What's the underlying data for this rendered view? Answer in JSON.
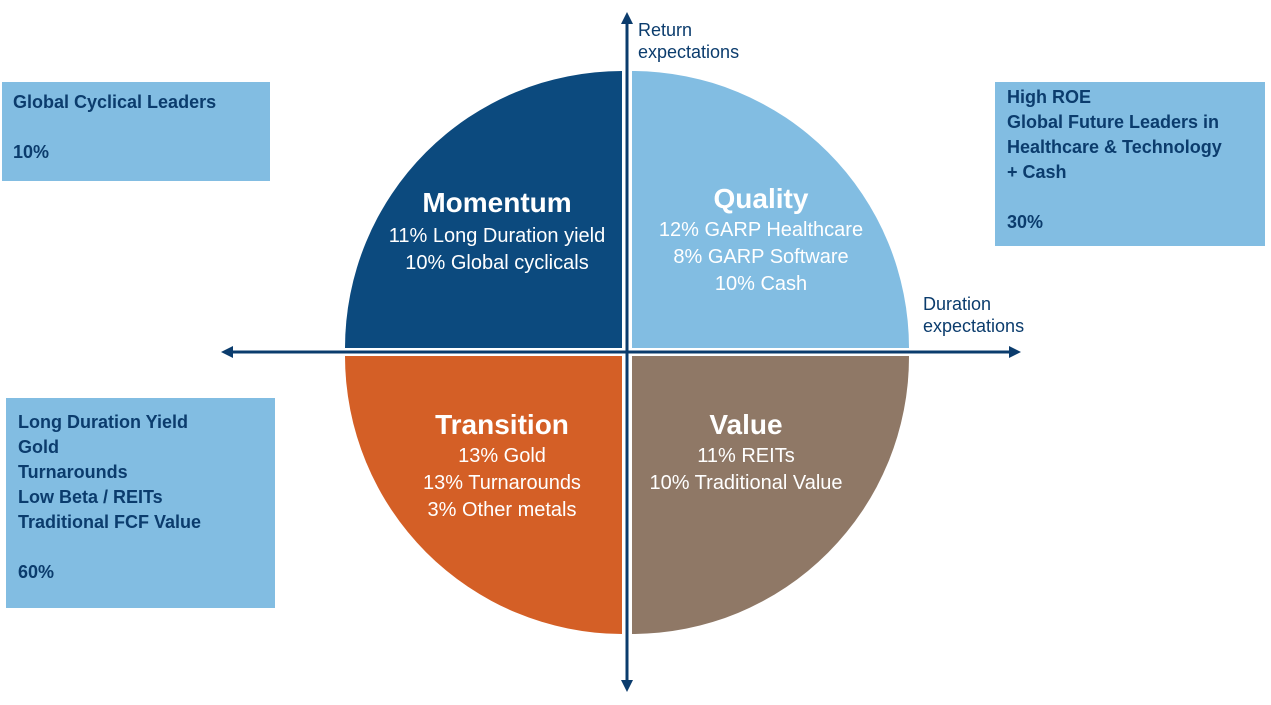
{
  "axes": {
    "vertical_label": [
      "Return",
      "expectations"
    ],
    "horizontal_label": [
      "Duration",
      "expectations"
    ]
  },
  "quadrants": {
    "momentum": {
      "title": "Momentum",
      "items": [
        "11% Long Duration yield",
        "10% Global cyclicals"
      ],
      "color": "#0c4a7e"
    },
    "quality": {
      "title": "Quality",
      "items": [
        "12% GARP Healthcare",
        "8% GARP Software",
        "10% Cash"
      ],
      "color": "#82bde2"
    },
    "transition": {
      "title": "Transition",
      "items": [
        "13% Gold",
        "13% Turnarounds",
        "3% Other metals"
      ],
      "color": "#d45f26"
    },
    "value": {
      "title": "Value",
      "items": [
        "11% REITs",
        "10% Traditional Value"
      ],
      "color": "#8f7866"
    }
  },
  "boxes": {
    "top_left": {
      "lines": [
        "Global Cyclical Leaders"
      ],
      "pct": "10%"
    },
    "top_right": {
      "lines": [
        "High ROE",
        "Global Future Leaders in",
        "Healthcare & Technology",
        "+ Cash"
      ],
      "pct": "30%"
    },
    "bottom_left": {
      "lines": [
        "Long Duration Yield",
        "Gold",
        "Turnarounds",
        "Low Beta / REITs",
        "Traditional FCF Value"
      ],
      "pct": "60%"
    }
  },
  "colors": {
    "axis": "#0b3c6d",
    "box_bg": "#82bde2",
    "box_text": "#0b3c6d"
  }
}
